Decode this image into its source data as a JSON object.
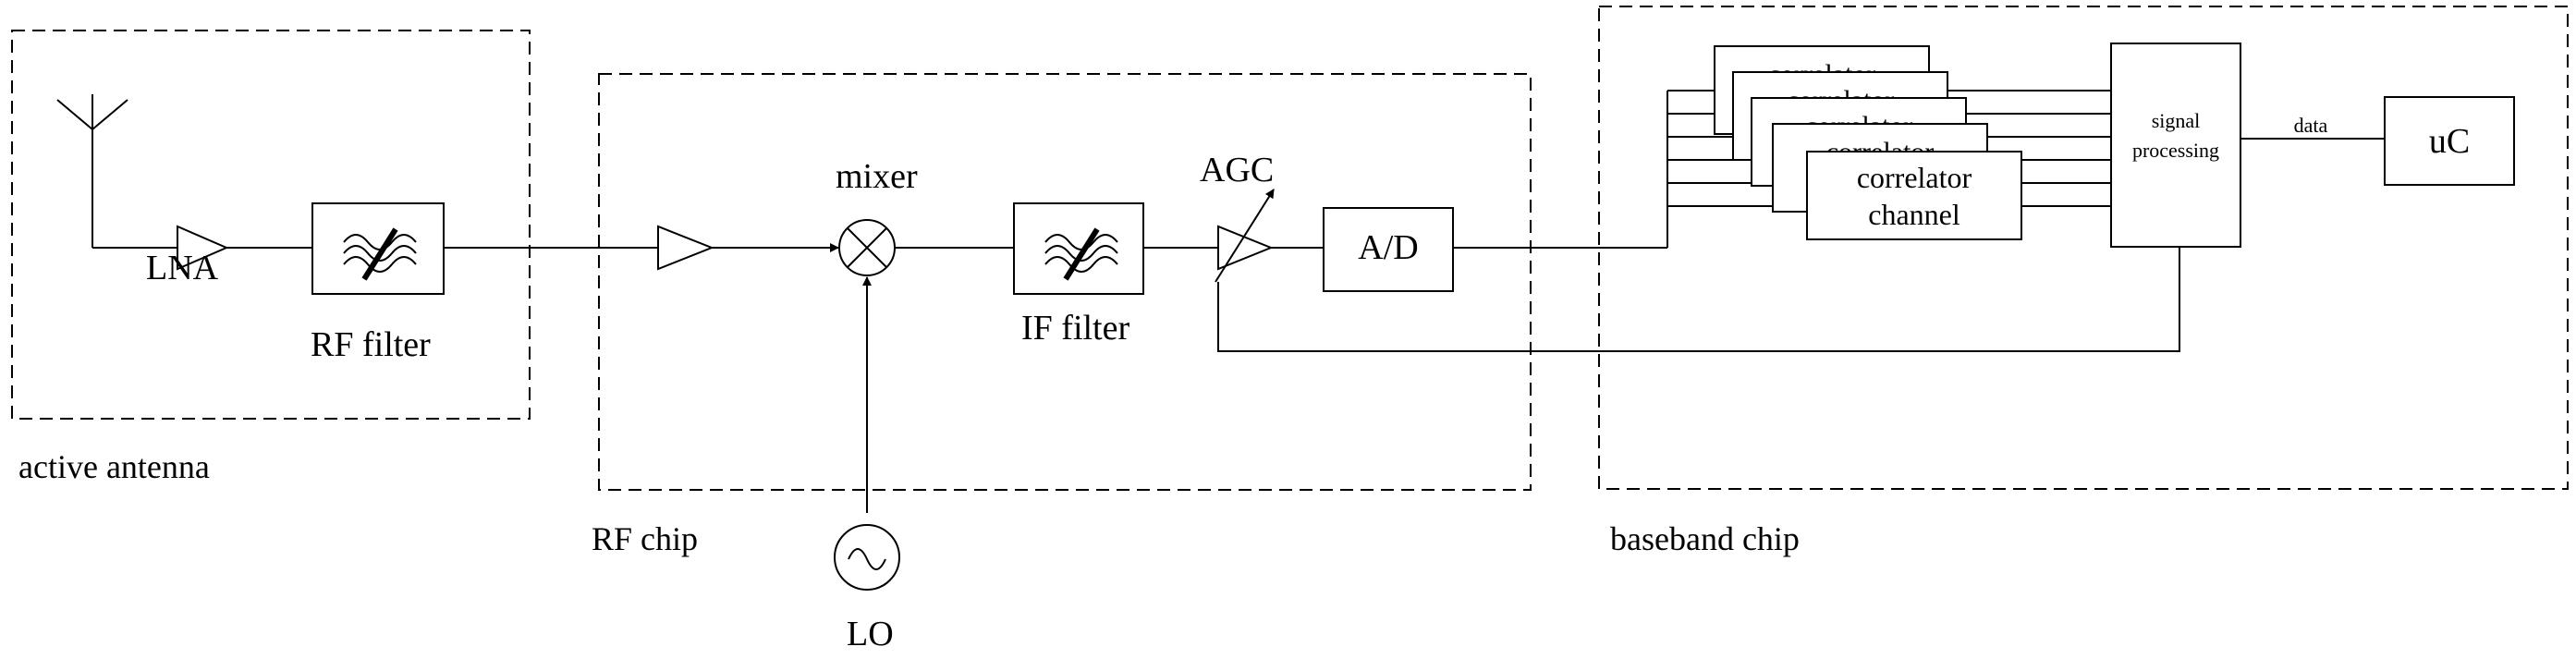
{
  "labels": {
    "lna": "LNA",
    "rf_filter": "RF filter",
    "active_antenna": "active antenna",
    "mixer": "mixer",
    "if_filter": "IF filter",
    "agc": "AGC",
    "ad": "A/D",
    "rf_chip": "RF chip",
    "lo": "LO",
    "correlator_back": "correlator",
    "correlator_front_line1": "correlator",
    "correlator_front_line2": "channel",
    "signal_processing_line1": "signal",
    "signal_processing_line2": "processing",
    "data": "data",
    "uc": "uC",
    "baseband_chip": "baseband chip"
  }
}
